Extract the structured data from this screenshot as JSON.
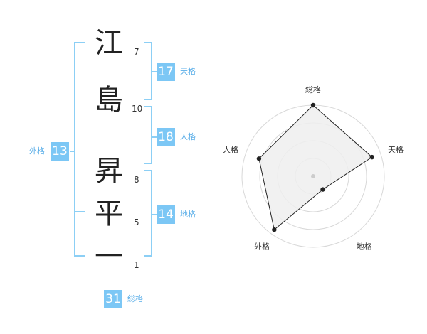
{
  "name": {
    "characters": [
      {
        "char": "江",
        "strokes": "7"
      },
      {
        "char": "島",
        "strokes": "10"
      },
      {
        "char": "昇",
        "strokes": "8"
      },
      {
        "char": "平",
        "strokes": "5"
      },
      {
        "char": "一",
        "strokes": "1"
      }
    ]
  },
  "fortune": {
    "tenkaku": {
      "value": "17",
      "label": "天格"
    },
    "jinkaku": {
      "value": "18",
      "label": "人格"
    },
    "chikaku": {
      "value": "14",
      "label": "地格"
    },
    "gaikaku": {
      "value": "13",
      "label": "外格"
    },
    "soukaku": {
      "value": "31",
      "label": "総格"
    }
  },
  "colors": {
    "accent": "#7cc7f5",
    "bracket": "#8ccff5",
    "label": "#5aaee8"
  },
  "chart_data": {
    "type": "radar",
    "axes": [
      "総格",
      "天格",
      "地格",
      "外格",
      "人格"
    ],
    "values": [
      1.0,
      0.87,
      0.23,
      0.93,
      0.8
    ],
    "rings": 4
  }
}
